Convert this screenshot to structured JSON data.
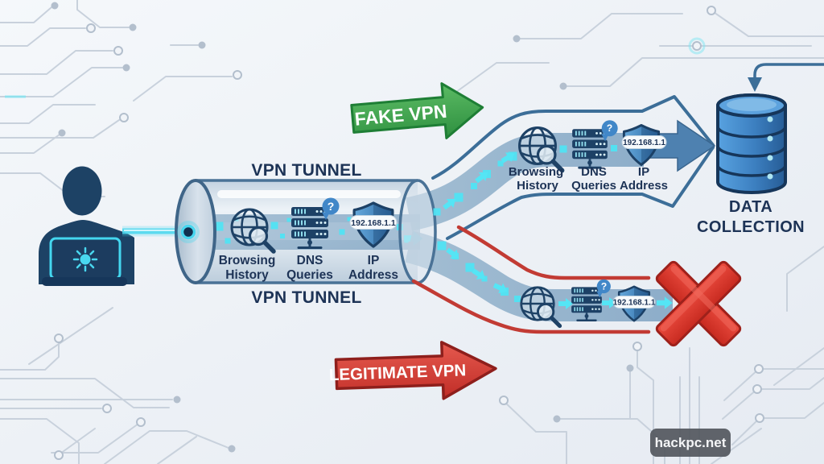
{
  "watermark": "hackpc.net",
  "dns_badge": "?",
  "user": {
    "icon": "person-at-laptop"
  },
  "tunnel": {
    "label_top": "VPN TUNNEL",
    "label_bottom": "VPN TUNNEL",
    "items": [
      {
        "line1": "Browsing",
        "line2": "History"
      },
      {
        "line1": "DNS",
        "line2": "Queries"
      },
      {
        "line1": "IP",
        "line2": "Address",
        "ip": "192.168.1.1"
      }
    ]
  },
  "fake_path": {
    "arrow_label": "FAKE VPN",
    "items": [
      {
        "line1": "Browsing",
        "line2": "History"
      },
      {
        "line1": "DNS",
        "line2": "Queries"
      },
      {
        "line1": "IP",
        "line2": "Address",
        "ip": "192.168.1.1"
      }
    ],
    "destination": {
      "line1": "DATA",
      "line2": "COLLECTION"
    }
  },
  "legit_path": {
    "arrow_label": "LEGITIMATE VPN",
    "ip": "192.168.1.1",
    "destination": "blocked"
  },
  "colors": {
    "background": "#eef2f6",
    "navy_text": "#1d3356",
    "tunnel_outline": "#4a7296",
    "stream_blue": "#84a7c4",
    "cyan_accent": "#4ee4f4",
    "fake_arrow_green": "#3aa44b",
    "legit_arrow_red": "#d43b33",
    "blocked_x_red": "#e23b30",
    "branch_line_blue": "#3c6e98",
    "branch_line_red": "#c23b34",
    "database_blue": "#3c7fc0",
    "watermark_bg": "#54585f",
    "circuit_trace": "#c8d1dc"
  }
}
